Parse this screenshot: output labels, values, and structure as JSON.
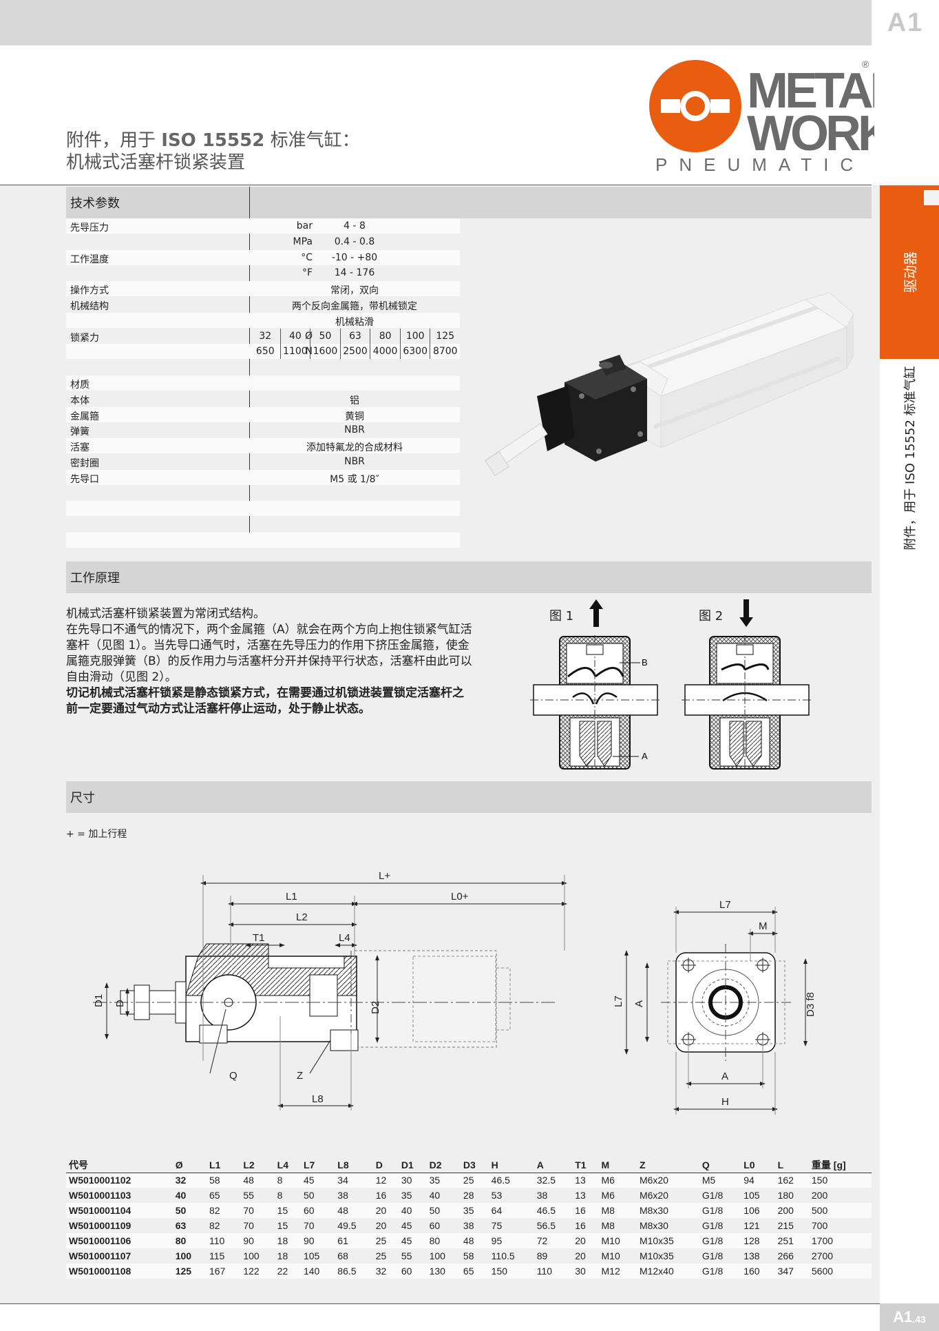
{
  "header": {
    "section_code": "A1",
    "title_line1_pre": "附件，用于",
    "title_line1_bold": "ISO 15552",
    "title_line1_post": "标准气缸：",
    "title_line2": "机械式活塞杆锁紧装置",
    "logo_text_top": "METAL",
    "logo_text_bottom": "WORK",
    "logo_registered": "®",
    "logo_tagline": "PNEUMATIC",
    "brand_orange": "#e85d10"
  },
  "side": {
    "category": "驱动器",
    "subtitle": "附件，用于 ISO 15552 标准气缸"
  },
  "specs": {
    "heading": "技术参数",
    "rows": [
      {
        "label": "先导压力",
        "unit": "bar",
        "value": "4 - 8"
      },
      {
        "label": "",
        "unit": "MPa",
        "value": "0.4 - 0.8"
      },
      {
        "label": "工作温度",
        "unit": "°C",
        "value": "-10 - +80"
      },
      {
        "label": "",
        "unit": "°F",
        "value": "14 - 176"
      },
      {
        "label": "操作方式",
        "unit": "",
        "value": "常闭，双向"
      },
      {
        "label": "机械结构",
        "unit": "",
        "value": "两个反向金属箍，带机械锁定"
      },
      {
        "label": "",
        "unit": "",
        "value": "机械粘滑"
      }
    ],
    "force_label": "锁紧力",
    "force_unit_bore": "Ø",
    "force_unit_force": "N",
    "bores": [
      "32",
      "40",
      "50",
      "63",
      "80",
      "100",
      "125"
    ],
    "forces": [
      "650",
      "1100",
      "1600",
      "2500",
      "4000",
      "6300",
      "8700"
    ],
    "materials_heading": "材质",
    "materials": [
      {
        "label": "本体",
        "value": "铝"
      },
      {
        "label": "金属箍",
        "value": "黄铜"
      },
      {
        "label": "弹簧",
        "value": "NBR"
      },
      {
        "label": "活塞",
        "value": "添加特氟龙的合成材料"
      },
      {
        "label": "密封圈",
        "value": "NBR"
      },
      {
        "label": "先导口",
        "value": "M5 或 1/8″"
      }
    ]
  },
  "principle": {
    "heading": "工作原理",
    "para1": "机械式活塞杆锁紧装置为常闭式结构。",
    "para2": "在先导口不通气的情况下，两个金属箍（A）就会在两个方向上抱住锁紧气缸活塞杆（见图 1）。当先导口通气时，活塞在先导压力的作用下挤压金属箍，使金属箍克服弹簧（B）的反作用力与活塞杆分开并保持平行状态，活塞杆由此可以自由滑动（见图 2）。",
    "warning": "切记机械式活塞杆锁紧是静态锁紧方式，在需要通过机锁进装置锁定活塞杆之前一定要通过气动方式让活塞杆停止运动，处于静止状态。",
    "fig1": "图 1",
    "fig2": "图 2",
    "callout_a": "A",
    "callout_b": "B"
  },
  "dimensions": {
    "heading": "尺寸",
    "note": "+  = 加上行程",
    "labels": {
      "l_plus": "L+",
      "l1": "L1",
      "l0_plus": "L0+",
      "l2": "L2",
      "t1": "T1",
      "l4": "L4",
      "d1": "D1",
      "d": "D",
      "d2": "D2",
      "q": "Q",
      "z": "Z",
      "l8": "L8",
      "l7": "L7",
      "m": "M",
      "a": "A",
      "d3f8": "D3 f8",
      "h": "H"
    },
    "table": {
      "headers": [
        "代号",
        "Ø",
        "L1",
        "L2",
        "L4",
        "L7",
        "L8",
        "D",
        "D1",
        "D2",
        "D3",
        "H",
        "A",
        "T1",
        "M",
        "Z",
        "Q",
        "L0",
        "L",
        "重量 [g]"
      ],
      "rows": [
        [
          "W5010001102",
          "32",
          "58",
          "48",
          "8",
          "45",
          "34",
          "12",
          "30",
          "35",
          "25",
          "46.5",
          "32.5",
          "13",
          "M6",
          "M6x20",
          "M5",
          "94",
          "162",
          "150"
        ],
        [
          "W5010001103",
          "40",
          "65",
          "55",
          "8",
          "50",
          "38",
          "16",
          "35",
          "40",
          "28",
          "53",
          "38",
          "13",
          "M6",
          "M6x20",
          "G1/8",
          "105",
          "180",
          "200"
        ],
        [
          "W5010001104",
          "50",
          "82",
          "70",
          "15",
          "60",
          "48",
          "20",
          "40",
          "50",
          "35",
          "64",
          "46.5",
          "16",
          "M8",
          "M8x30",
          "G1/8",
          "106",
          "200",
          "500"
        ],
        [
          "W5010001109",
          "63",
          "82",
          "70",
          "15",
          "70",
          "49.5",
          "20",
          "45",
          "60",
          "38",
          "75",
          "56.5",
          "16",
          "M8",
          "M8x30",
          "G1/8",
          "121",
          "215",
          "700"
        ],
        [
          "W5010001106",
          "80",
          "110",
          "90",
          "18",
          "90",
          "61",
          "25",
          "45",
          "80",
          "48",
          "95",
          "72",
          "20",
          "M10",
          "M10x35",
          "G1/8",
          "128",
          "251",
          "1700"
        ],
        [
          "W5010001107",
          "100",
          "115",
          "100",
          "18",
          "105",
          "68",
          "25",
          "55",
          "100",
          "58",
          "110.5",
          "89",
          "20",
          "M10",
          "M10x35",
          "G1/8",
          "138",
          "266",
          "2700"
        ],
        [
          "W5010001108",
          "125",
          "167",
          "122",
          "22",
          "140",
          "86.5",
          "32",
          "60",
          "130",
          "65",
          "150",
          "110",
          "30",
          "M12",
          "M12x40",
          "G1/8",
          "160",
          "347",
          "5600"
        ]
      ]
    }
  },
  "footer": {
    "page_prefix": "A1",
    "page_suffix": ".43"
  }
}
